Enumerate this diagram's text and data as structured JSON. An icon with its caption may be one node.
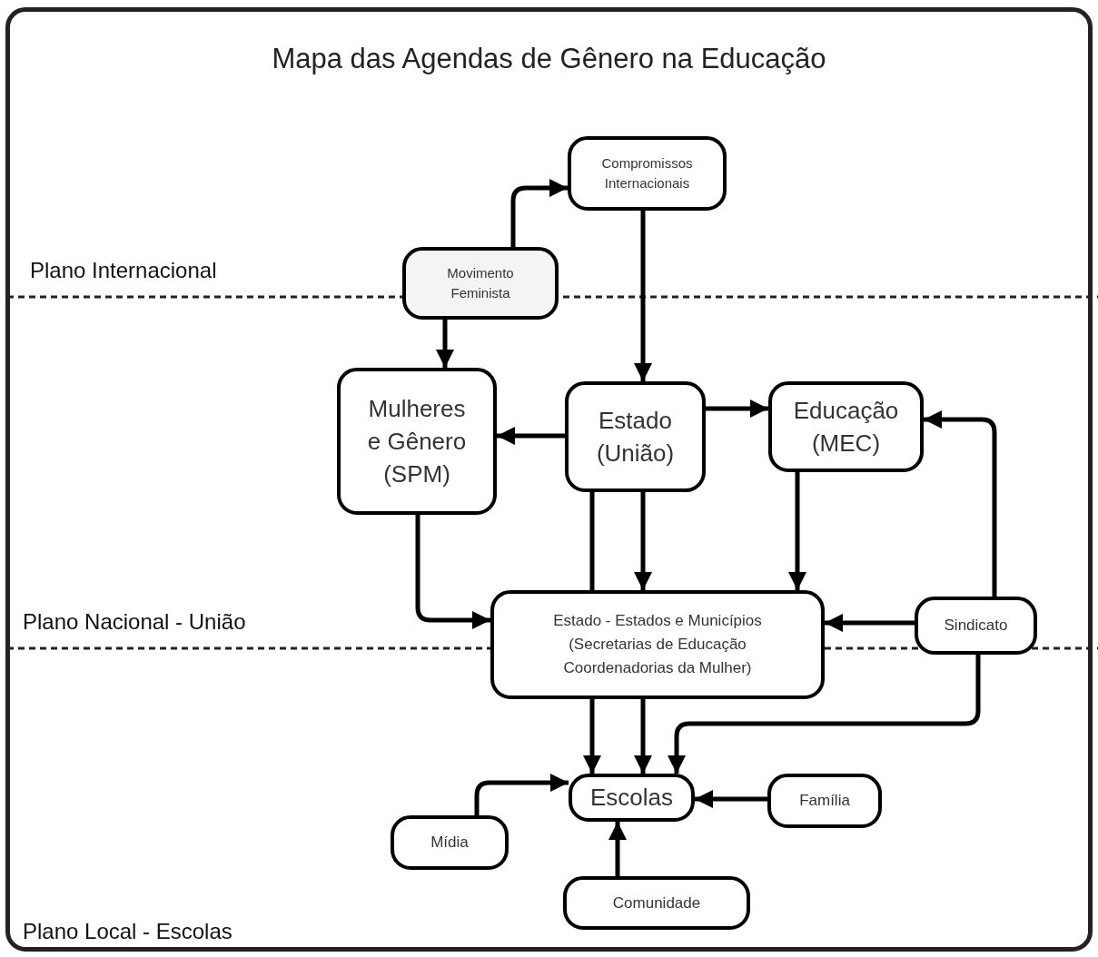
{
  "diagram": {
    "title": "Mapa das Agendas de Gênero na Educação",
    "nodes": [
      {
        "text": [
          "Compromissos Internacionais"
        ]
      },
      {
        "text": [
          "Movimento Feminista"
        ]
      },
      {
        "text": [
          "Mulheres e Gênero (SPM)"
        ]
      },
      {
        "text": [
          "Estado (União)"
        ]
      },
      {
        "text": [
          "Educação (MEC)"
        ]
      },
      {
        "text": [
          "Estado - Estados e Municípios (Secretarias de Educação Coordenadorias da Mulher)"
        ]
      },
      {
        "text": [
          "Sindicato"
        ]
      },
      {
        "text": [
          "Escolas"
        ]
      },
      {
        "text": [
          "Família"
        ]
      },
      {
        "text": [
          "Mídia"
        ]
      },
      {
        "text": [
          "Comunidade"
        ]
      }
    ],
    "edges": [
      {
        "from": 1,
        "to": 0,
        "arrow": "to"
      },
      {
        "from": 0,
        "to": 3,
        "arrow": "to"
      },
      {
        "from": 1,
        "to": 2,
        "arrow": "to"
      },
      {
        "from": 3,
        "to": 2,
        "arrow": "to"
      },
      {
        "from": 3,
        "to": 4,
        "arrow": "to"
      },
      {
        "from": 3,
        "to": 5,
        "arrow": "none"
      },
      {
        "from": 3,
        "to": 5,
        "arrow": "to"
      },
      {
        "from": 4,
        "to": 5,
        "arrow": "to"
      },
      {
        "from": 6,
        "to": 4,
        "arrow": "to"
      },
      {
        "from": 6,
        "to": 5,
        "arrow": "to"
      },
      {
        "from": 2,
        "to": 5,
        "arrow": "to"
      },
      {
        "from": 5,
        "to": 7,
        "arrow": "to"
      },
      {
        "from": 5,
        "to": 7,
        "arrow": "to"
      },
      {
        "from": 6,
        "to": 7,
        "arrow": "to"
      },
      {
        "from": 8,
        "to": 7,
        "arrow": "to"
      },
      {
        "from": 9,
        "to": 7,
        "arrow": "to"
      },
      {
        "from": 10,
        "to": 7,
        "arrow": "to"
      }
    ],
    "labels": [
      "Plano Internacional",
      "Plano Nacional - União",
      "Plano Local - Escolas"
    ]
  }
}
